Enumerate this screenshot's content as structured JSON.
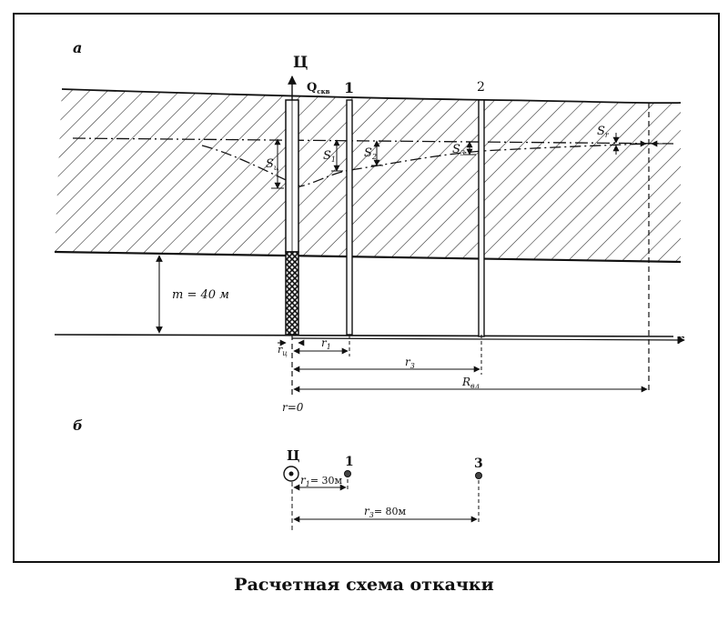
{
  "diagram": {
    "panel_a": "а",
    "panel_b": "б",
    "central_well": "Ц",
    "discharge": "Q",
    "discharge_sub": "скв",
    "well_1": "1",
    "well_2": "2",
    "drawdown_c": "S",
    "drawdown_c_sub": "ц",
    "drawdown_1": "S",
    "drawdown_1_sub": "1",
    "drawdown_2": "S",
    "drawdown_2_sub": "2",
    "drawdown_3": "S",
    "drawdown_3_sub": "3",
    "drawdown_r": "S",
    "drawdown_r_sub": "r",
    "thickness": "m = 40 м",
    "axis_r": "r",
    "radius_c": "r",
    "radius_c_sub": "ц",
    "radius_1": "r",
    "radius_1_sub": "1",
    "radius_3": "r",
    "radius_3_sub": "3",
    "radius_influence": "R",
    "radius_influence_sub": "вл",
    "origin": "r=0"
  },
  "plan": {
    "center_label": "Ц",
    "well_1": "1",
    "well_3": "3",
    "r1_label": "r",
    "r1_sub": "1",
    "r1_value": "= 30м",
    "r3_label": "r",
    "r3_sub": "3",
    "r3_value": "= 80м"
  },
  "caption": "Расчетная схема откачки"
}
